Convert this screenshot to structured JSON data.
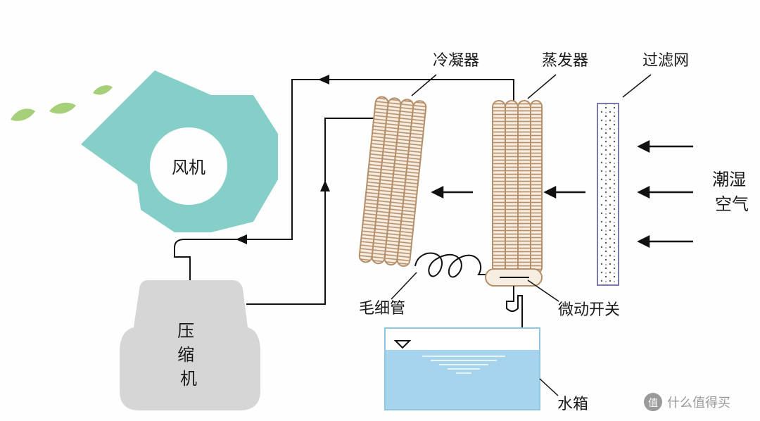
{
  "labels": {
    "fan": "风机",
    "compressor": "压缩机",
    "condenser": "冷凝器",
    "evaporator": "蒸发器",
    "filter": "过滤网",
    "humid_air": "潮湿空气",
    "capillary": "毛细管",
    "micro_switch": "微动开关",
    "water_tank": "水箱"
  },
  "watermark": "值 什么值得买",
  "colors": {
    "fan": "#86cfc8",
    "leaf": "#a6cf7a",
    "compressor": "#d6d6d6",
    "coil": "#b58f6a",
    "coil_fill": "#f7ede1",
    "water": "#a5d4ec",
    "line": "#111111"
  }
}
